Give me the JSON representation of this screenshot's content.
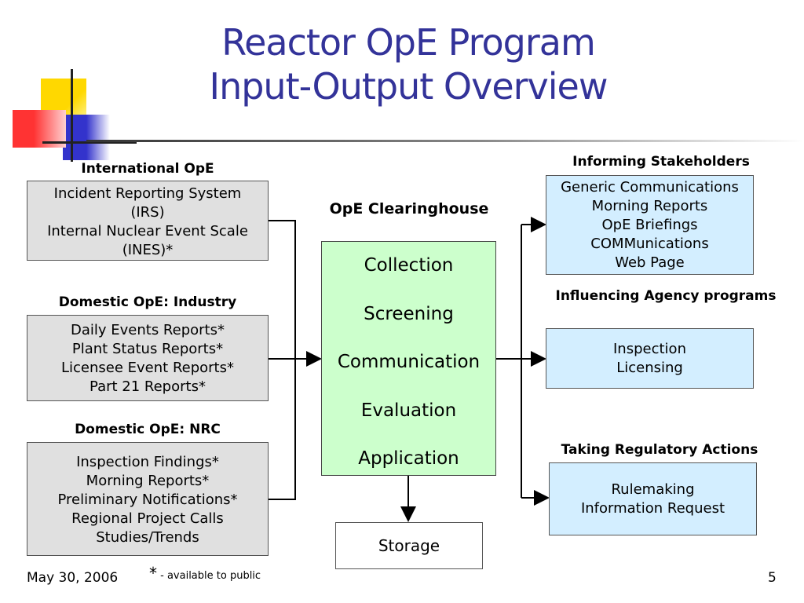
{
  "title": {
    "line1": "Reactor OpE Program",
    "line2": "Input-Output Overview"
  },
  "inputs": {
    "international": {
      "heading": "International OpE",
      "items": [
        "Incident Reporting System",
        "(IRS)",
        "Internal Nuclear Event Scale",
        "(INES)*"
      ]
    },
    "industry": {
      "heading": "Domestic OpE: Industry",
      "items": [
        "Daily Events Reports*",
        "Plant Status Reports*",
        "Licensee Event Reports*",
        "Part 21 Reports*"
      ]
    },
    "nrc": {
      "heading": "Domestic OpE: NRC",
      "items": [
        "Inspection Findings*",
        "Morning Reports*",
        "Preliminary Notifications*",
        "Regional Project Calls",
        "Studies/Trends"
      ]
    }
  },
  "clearinghouse": {
    "heading": "OpE Clearinghouse",
    "items": [
      "Collection",
      "Screening",
      "Communication",
      "Evaluation",
      "Application"
    ]
  },
  "storage": {
    "label": "Storage"
  },
  "outputs": {
    "stakeholders": {
      "heading": "Informing Stakeholders",
      "items": [
        "Generic Communications",
        "Morning Reports",
        "OpE Briefings",
        "COMMunications",
        "Web Page"
      ]
    },
    "agency": {
      "heading": "Influencing Agency programs",
      "items": [
        "Inspection",
        "Licensing"
      ]
    },
    "regulatory": {
      "heading": "Taking Regulatory Actions",
      "items": [
        "Rulemaking",
        "Information Request"
      ]
    }
  },
  "footer": {
    "date": "May 30, 2006",
    "asterisk": "*",
    "note": " - available to public",
    "page": "5"
  },
  "colors": {
    "title": "#333399",
    "input_box": "#e0e0e0",
    "output_box": "#d3eeff",
    "center_box": "#ccffcc"
  }
}
